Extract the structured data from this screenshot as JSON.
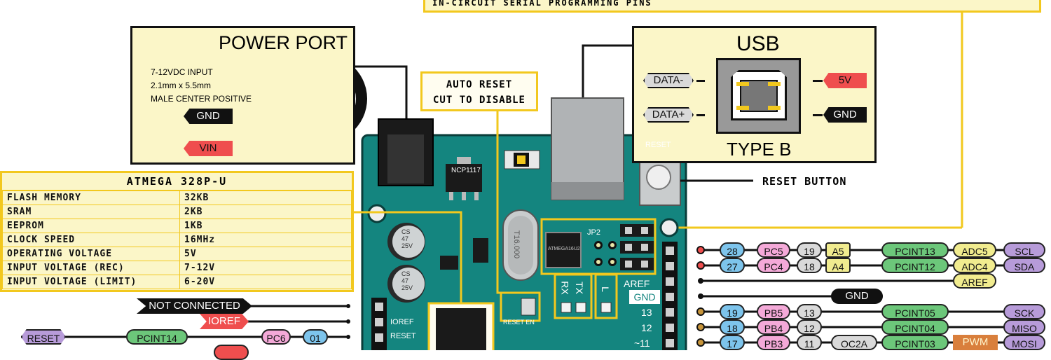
{
  "top_banner": "IN-CIRCUIT SERIAL PROGRAMMING PINS",
  "power_port": {
    "title": "POWER PORT",
    "spec_lines": [
      "7-12VDC INPUT",
      "2.1mm x 5.5mm",
      "MALE CENTER POSITIVE"
    ],
    "gnd_label": "GND",
    "vin_label": "VIN"
  },
  "auto_reset": {
    "line1": "AUTO RESET",
    "line2": "CUT TO DISABLE"
  },
  "usb": {
    "title": "USB",
    "subtitle": "TYPE B",
    "data_minus": "DATA-",
    "data_plus": "DATA+",
    "v5": "5V",
    "gnd": "GND"
  },
  "reset_button_label": "RESET BUTTON",
  "atmega": {
    "title": "ATMEGA 328P-U",
    "rows": [
      [
        "FLASH MEMORY",
        "32KB"
      ],
      [
        "SRAM",
        "2KB"
      ],
      [
        "EEPROM",
        "1KB"
      ],
      [
        "CLOCK SPEED",
        "16MHz"
      ],
      [
        "OPERATING VOLTAGE",
        "5V"
      ],
      [
        "INPUT VOLTAGE (REC)",
        "7-12V"
      ],
      [
        "INPUT VOLTAGE (LIMIT)",
        "6-20V"
      ]
    ]
  },
  "left_pins": {
    "not_connected": "NOT CONNECTED",
    "ioref": "IOREF",
    "reset": "RESET",
    "pcint14": "PCINT14",
    "pc6": "PC6",
    "num01": "01"
  },
  "board_labels": {
    "ncp": "NCP1117",
    "reset": "RESET",
    "jp2": "JP2",
    "rx": "RX",
    "tx": "TX",
    "l": "L",
    "aref": "AREF",
    "gnd": "GND",
    "d13": "13",
    "d12": "12",
    "d11": "~11",
    "ioref": "IOREF",
    "reset_pin": "RESET",
    "reset_en": "RESET EN",
    "cap_text": "CS\n47\n25V",
    "crystal": "T16.000",
    "chip": "ATMEGA16U2"
  },
  "right_pins": [
    {
      "num": "28",
      "port": "PC5",
      "d": "19",
      "a": "A5",
      "pcint": "PCINT13",
      "adc": "ADC5",
      "func": "SCL"
    },
    {
      "num": "27",
      "port": "PC4",
      "d": "18",
      "a": "A4",
      "pcint": "PCINT12",
      "adc": "ADC4",
      "func": "SDA"
    }
  ],
  "right_aref": "AREF",
  "right_gnd": "GND",
  "right_digital": [
    {
      "num": "19",
      "port": "PB5",
      "d": "13",
      "pcint": "PCINT05",
      "func": "SCK"
    },
    {
      "num": "18",
      "port": "PB4",
      "d": "12",
      "pcint": "PCINT04",
      "func": "MISO"
    },
    {
      "num": "17",
      "port": "PB3",
      "d": "11",
      "oc": "OC2A",
      "pcint": "PCINT03",
      "pwm": "PWM",
      "func": "MOSI"
    }
  ],
  "colors": {
    "board": "#14857f",
    "board_dark": "#0d5f5b",
    "panel": "#fbf6c8",
    "yellow": "#f2c81e",
    "red": "#ef4e4e",
    "blue": "#7dc4ec",
    "pink": "#f4a9d8",
    "grey": "#d9d9d9",
    "green": "#6cc77a",
    "yellow_tag": "#f1ec8f",
    "purple": "#b79bd9",
    "orange": "#d97f3c"
  }
}
